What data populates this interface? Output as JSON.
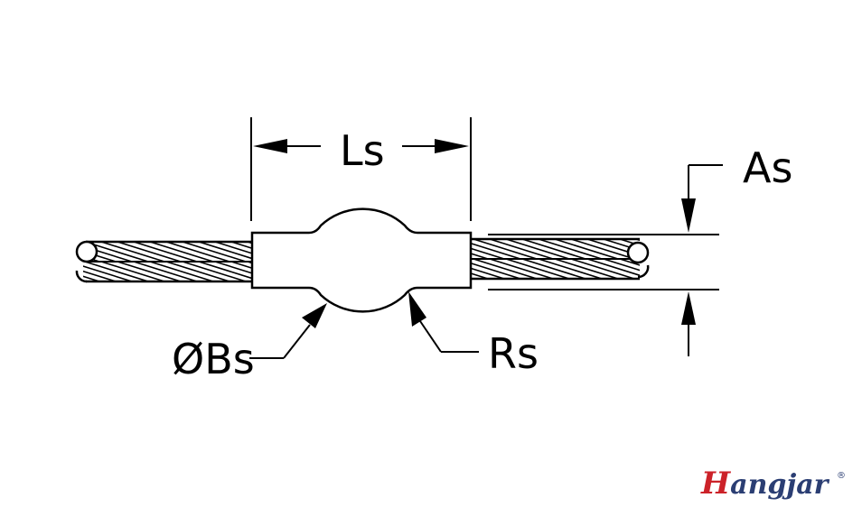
{
  "labels": {
    "length": "Ls",
    "height": "As",
    "diameter": "ØBs",
    "radius": "Rs"
  },
  "logo": {
    "first_letter": "H",
    "rest": "angjar",
    "registered": "®",
    "colors": {
      "first_letter": "#cc2229",
      "rest": "#2b3e73"
    }
  },
  "colors": {
    "line": "#000000",
    "background": "#ffffff"
  }
}
